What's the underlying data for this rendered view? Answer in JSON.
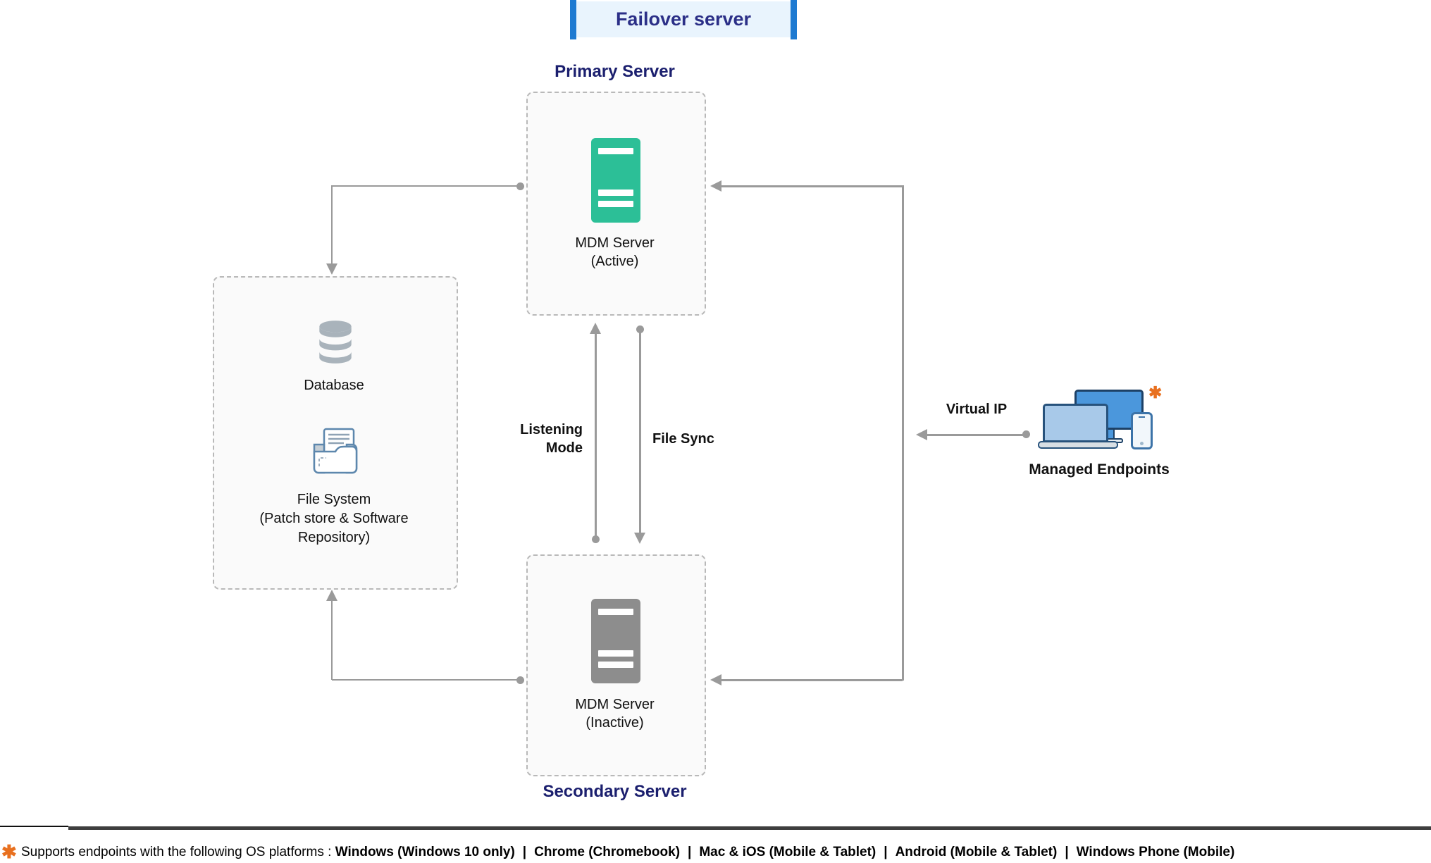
{
  "title": {
    "text": "Failover server"
  },
  "primary": {
    "label": "Primary Server",
    "server_line1": "MDM Server",
    "server_line2": "(Active)"
  },
  "secondary": {
    "label": "Secondary Server",
    "server_line1": "MDM Server",
    "server_line2": "(Inactive)"
  },
  "storage": {
    "database_label": "Database",
    "filesystem_line1": "File System",
    "filesystem_line2": "(Patch store & Software",
    "filesystem_line3": "Repository)"
  },
  "connections": {
    "listening_line1": "Listening",
    "listening_line2": "Mode",
    "file_sync": "File Sync",
    "virtual_ip": "Virtual IP"
  },
  "endpoints": {
    "label": "Managed Endpoints",
    "asterisk": "✱"
  },
  "footer": {
    "asterisk": "✱",
    "prefix": "Supports endpoints with the following OS platforms : ",
    "separator": "|",
    "platforms": [
      "Windows (Windows 10 only)",
      "Chrome (Chromebook)",
      "Mac & iOS (Mobile & Tablet)",
      "Android (Mobile & Tablet)",
      "Windows Phone (Mobile)"
    ]
  },
  "icons": {
    "database": "database-icon",
    "file_system": "open-folder-document-icon",
    "server_active": "rack-server-icon-green",
    "server_inactive": "rack-server-icon-gray",
    "endpoints": "laptop-monitor-phone-icons",
    "asterisk_glyph": "✱"
  },
  "colors": {
    "banner_bar": "#1e7ad1",
    "banner_bg": "#e9f4fd",
    "heading_navy": "#1b1f6e",
    "server_active": "#2cbf97",
    "server_inactive": "#8d8d8d",
    "line_gray": "#9a9a9a",
    "icon_gray": "#a9b3bb",
    "icon_blue_outline": "#5d87ad",
    "endpoint_blue": "#4b97dc",
    "endpoint_light_blue": "#a8c9e9",
    "asterisk_orange": "#e8701f"
  }
}
